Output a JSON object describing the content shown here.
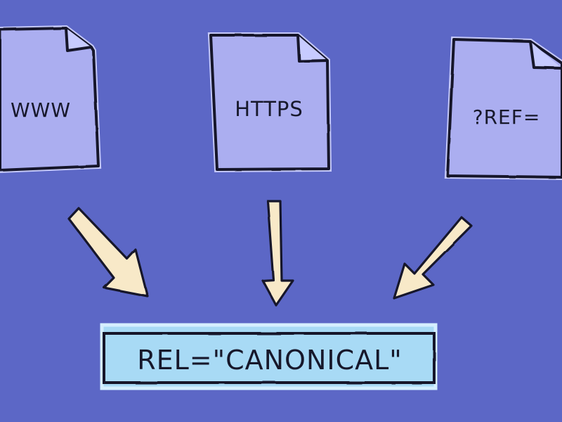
{
  "diagram": {
    "documents": [
      {
        "label": "WWW"
      },
      {
        "label": "HTTPS"
      },
      {
        "label": "?REF="
      }
    ],
    "target": {
      "label": "REL=\"CANONICAL\""
    }
  },
  "colors": {
    "background": "#5c67c6",
    "document_fill": "#abaef0",
    "document_edge": "#c8cbfb",
    "target_fill": "#a8daf5",
    "arrow_fill": "#f8e9c8",
    "outline": "#17182b"
  }
}
